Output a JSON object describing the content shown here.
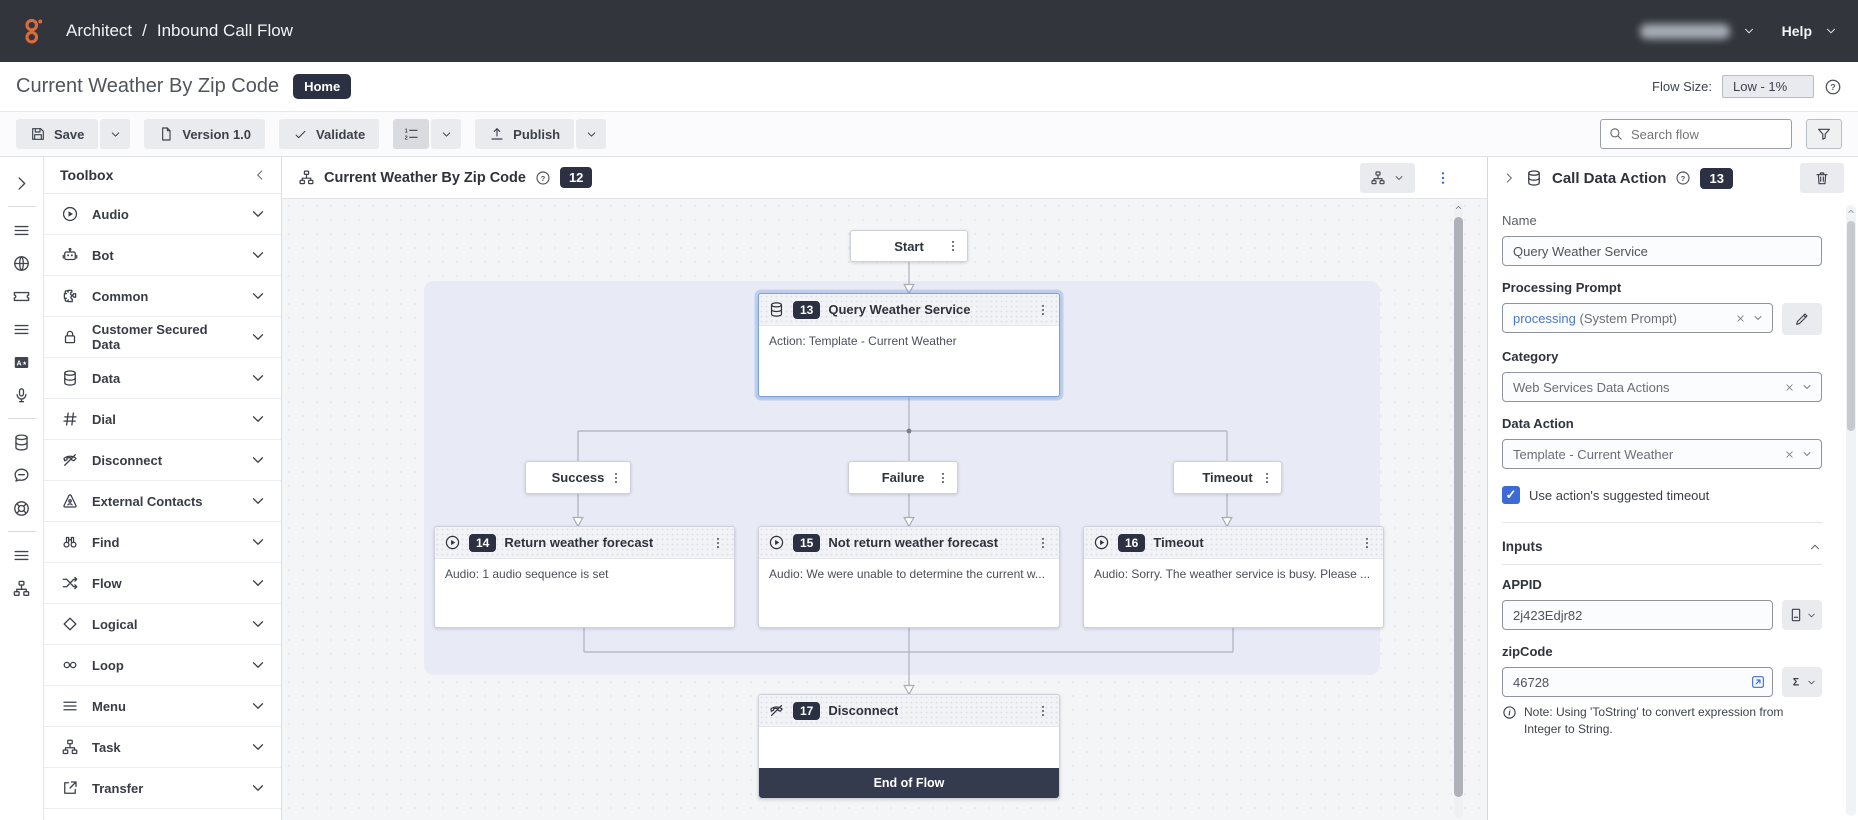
{
  "topbar": {
    "product": "Architect",
    "separator": "/",
    "flow_type": "Inbound Call Flow",
    "help": "Help"
  },
  "titlebar": {
    "title": "Current Weather By Zip Code",
    "home_badge": "Home",
    "flow_size_label": "Flow Size:",
    "flow_size_value": "Low - 1%"
  },
  "toolbar": {
    "save": "Save",
    "version": "Version 1.0",
    "validate": "Validate",
    "publish": "Publish",
    "search_placeholder": "Search flow"
  },
  "icon_strip": {
    "items": [
      {
        "icon": "chevron-right-icon",
        "divider_after": true
      },
      {
        "icon": "menu-icon"
      },
      {
        "icon": "globe-icon"
      },
      {
        "icon": "ticket-icon"
      },
      {
        "icon": "menu-icon"
      },
      {
        "icon": "translate-icon"
      },
      {
        "icon": "microphone-icon",
        "divider_after": true
      },
      {
        "icon": "database-icon"
      },
      {
        "icon": "chat-icon"
      },
      {
        "icon": "lifering-icon",
        "divider_after": true
      },
      {
        "icon": "menu-icon"
      },
      {
        "icon": "sitemap-icon"
      }
    ]
  },
  "toolbox": {
    "title": "Toolbox",
    "items": [
      {
        "label": "Audio",
        "icon": "play-circle-icon"
      },
      {
        "label": "Bot",
        "icon": "bot-icon"
      },
      {
        "label": "Common",
        "icon": "puzzle-icon"
      },
      {
        "label": "Customer Secured Data",
        "icon": "lock-icon"
      },
      {
        "label": "Data",
        "icon": "database-icon"
      },
      {
        "label": "Dial",
        "icon": "hash-icon"
      },
      {
        "label": "Disconnect",
        "icon": "phone-slash-icon"
      },
      {
        "label": "External Contacts",
        "icon": "external-contacts-icon"
      },
      {
        "label": "Find",
        "icon": "binoculars-icon"
      },
      {
        "label": "Flow",
        "icon": "shuffle-icon"
      },
      {
        "label": "Logical",
        "icon": "diamond-icon"
      },
      {
        "label": "Loop",
        "icon": "infinity-icon"
      },
      {
        "label": "Menu",
        "icon": "menu-icon"
      },
      {
        "label": "Task",
        "icon": "sitemap-icon"
      },
      {
        "label": "Transfer",
        "icon": "transfer-icon"
      }
    ]
  },
  "canvas": {
    "title": "Current Weather By Zip Code",
    "badge": "12"
  },
  "flow": {
    "start": "Start",
    "branches": {
      "success": "Success",
      "failure": "Failure",
      "timeout": "Timeout"
    },
    "node13": {
      "num": "13",
      "title": "Query Weather Service",
      "body": "Action: Template - Current Weather"
    },
    "node14": {
      "num": "14",
      "title": "Return weather forecast",
      "body": "Audio: 1 audio sequence is set"
    },
    "node15": {
      "num": "15",
      "title": "Not return weather forecast",
      "body": "Audio: We were unable to determine the current w..."
    },
    "node16": {
      "num": "16",
      "title": "Timeout",
      "body": "Audio: Sorry. The weather service is busy. Please ..."
    },
    "node17": {
      "num": "17",
      "title": "Disconnect",
      "footer": "End of Flow"
    }
  },
  "panel": {
    "title": "Call Data Action",
    "badge": "13",
    "name_label": "Name",
    "name_value": "Query Weather Service",
    "processing_prompt_label": "Processing Prompt",
    "processing_prompt_value": "processing",
    "processing_prompt_suffix": " (System Prompt)",
    "category_label": "Category",
    "category_value": "Web Services Data Actions",
    "data_action_label": "Data Action",
    "data_action_value": "Template - Current Weather",
    "timeout_checkbox_label": "Use action's suggested timeout",
    "timeout_check_glyph": "✓",
    "inputs_title": "Inputs",
    "appid_label": "APPID",
    "appid_value": "2j423Edjr82",
    "zipcode_label": "zipCode",
    "zipcode_value": "46728",
    "note": "Note: Using 'ToString' to convert expression from Integer to String."
  },
  "colors": {
    "accent_orange": "#d96c3b",
    "badge_navy": "#2b3142",
    "selection_blue": "#7aa3de",
    "action_blue": "#3a6bd6",
    "link_blue": "#4a77c9",
    "topbar_bg": "#32353c",
    "end_of_flow_bg": "#343b4e"
  }
}
